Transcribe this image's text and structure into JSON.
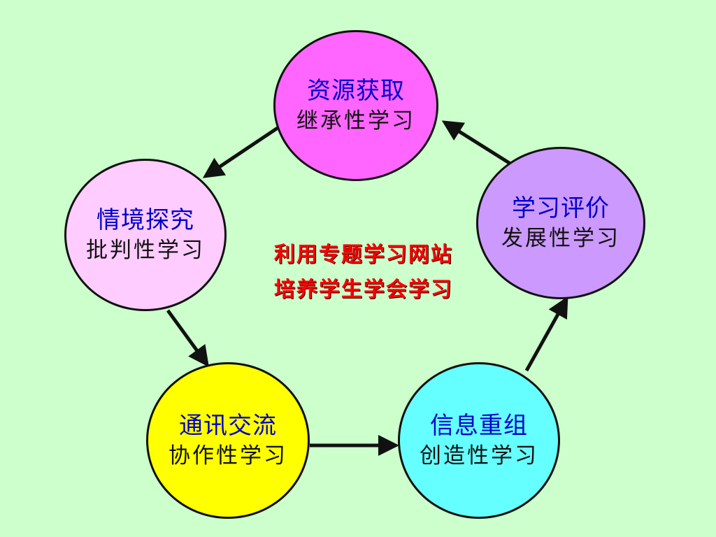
{
  "nodes": {
    "top": {
      "title": "资源获取",
      "subtitle": "继承性学习",
      "color": "#ff66ff"
    },
    "right": {
      "title": "学习评价",
      "subtitle": "发展性学习",
      "color": "#cc99ff"
    },
    "bottom_right": {
      "title": "信息重组",
      "subtitle": "创造性学习",
      "color": "#66ffff"
    },
    "bottom_left": {
      "title": "通讯交流",
      "subtitle": "协作性学习",
      "color": "#ffff00"
    },
    "left": {
      "title": "情境探究",
      "subtitle": "批判性学习",
      "color": "#ffccff"
    }
  },
  "center": {
    "line1": "利用专题学习网站",
    "line2": "培养学生学会学习"
  },
  "colors": {
    "background": "#ccffcc",
    "title_text": "#0000cc",
    "center_text": "#ff0000",
    "arrow": "#111111"
  }
}
